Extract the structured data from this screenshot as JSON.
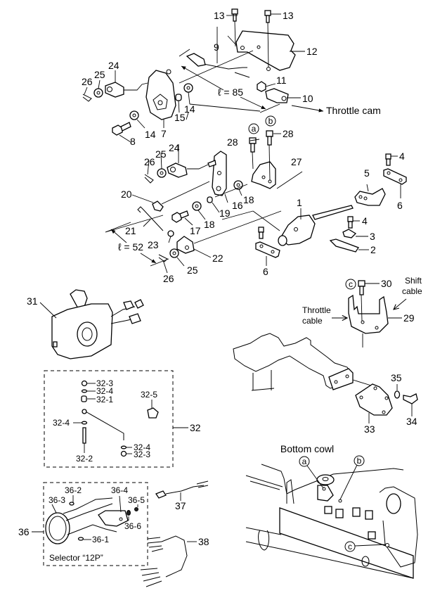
{
  "diagram": {
    "title": "Remote control attachment exploded view",
    "lengths": {
      "throttle_link": "ℓ = 85",
      "shift_link": "ℓ = 52"
    },
    "annotations": {
      "throttle_cam": "Throttle cam",
      "throttle_cable": [
        "Throttle",
        "cable"
      ],
      "shift_cable": [
        "Shift",
        "cable"
      ],
      "bottom_cowl": "Bottom cowl",
      "selector": "Selector  “12P”"
    },
    "reference_marks": [
      "a",
      "b",
      "c"
    ],
    "callouts": [
      {
        "id": "c13a",
        "text": "13"
      },
      {
        "id": "c13b",
        "text": "13"
      },
      {
        "id": "c12",
        "text": "12"
      },
      {
        "id": "c9",
        "text": "9"
      },
      {
        "id": "c11",
        "text": "11"
      },
      {
        "id": "c10",
        "text": "10"
      },
      {
        "id": "c24a",
        "text": "24"
      },
      {
        "id": "c25a",
        "text": "25"
      },
      {
        "id": "c26a",
        "text": "26"
      },
      {
        "id": "c14a",
        "text": "14"
      },
      {
        "id": "c15",
        "text": "15"
      },
      {
        "id": "c7",
        "text": "7"
      },
      {
        "id": "c14b",
        "text": "14"
      },
      {
        "id": "c8",
        "text": "8"
      },
      {
        "id": "c28a",
        "text": "28"
      },
      {
        "id": "c28b",
        "text": "28"
      },
      {
        "id": "c27",
        "text": "27"
      },
      {
        "id": "c4a",
        "text": "4"
      },
      {
        "id": "c5",
        "text": "5"
      },
      {
        "id": "c6a",
        "text": "6"
      },
      {
        "id": "c24b",
        "text": "24"
      },
      {
        "id": "c25b",
        "text": "25"
      },
      {
        "id": "c26b",
        "text": "26"
      },
      {
        "id": "c20",
        "text": "20"
      },
      {
        "id": "c16",
        "text": "16"
      },
      {
        "id": "c18a",
        "text": "18"
      },
      {
        "id": "c19",
        "text": "19"
      },
      {
        "id": "c18b",
        "text": "18"
      },
      {
        "id": "c17",
        "text": "17"
      },
      {
        "id": "c21",
        "text": "21"
      },
      {
        "id": "c23",
        "text": "23"
      },
      {
        "id": "c1",
        "text": "1"
      },
      {
        "id": "c4b",
        "text": "4"
      },
      {
        "id": "c3",
        "text": "3"
      },
      {
        "id": "c2",
        "text": "2"
      },
      {
        "id": "c22",
        "text": "22"
      },
      {
        "id": "c25c",
        "text": "25"
      },
      {
        "id": "c26c",
        "text": "26"
      },
      {
        "id": "c6b",
        "text": "6"
      },
      {
        "id": "c31",
        "text": "31"
      },
      {
        "id": "c30",
        "text": "30"
      },
      {
        "id": "c29",
        "text": "29"
      },
      {
        "id": "c32",
        "text": "32"
      },
      {
        "id": "c32_3a",
        "text": "32-3"
      },
      {
        "id": "c32_4a",
        "text": "32-4"
      },
      {
        "id": "c32_1",
        "text": "32-1"
      },
      {
        "id": "c32_5",
        "text": "32-5"
      },
      {
        "id": "c32_4b",
        "text": "32-4"
      },
      {
        "id": "c32_2",
        "text": "32-2"
      },
      {
        "id": "c32_4c",
        "text": "32-4"
      },
      {
        "id": "c32_3b",
        "text": "32-3"
      },
      {
        "id": "c35",
        "text": "35"
      },
      {
        "id": "c33",
        "text": "33"
      },
      {
        "id": "c34",
        "text": "34"
      },
      {
        "id": "c36",
        "text": "36"
      },
      {
        "id": "c36_2",
        "text": "36-2"
      },
      {
        "id": "c36_4",
        "text": "36-4"
      },
      {
        "id": "c36_3",
        "text": "36-3"
      },
      {
        "id": "c36_5",
        "text": "36-5"
      },
      {
        "id": "c36_6",
        "text": "36-6"
      },
      {
        "id": "c36_1",
        "text": "36-1"
      },
      {
        "id": "c37",
        "text": "37"
      },
      {
        "id": "c38",
        "text": "38"
      }
    ]
  }
}
